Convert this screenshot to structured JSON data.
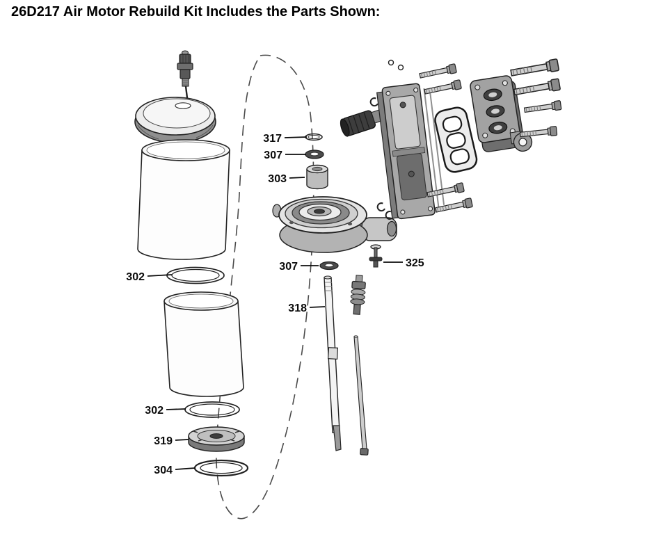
{
  "title": "26D217 Air Motor Rebuild Kit Includes the Parts Shown:",
  "callouts": {
    "c317": "317",
    "c307_top": "307",
    "c303": "303",
    "c302_upper": "302",
    "c307_mid": "307",
    "c325": "325",
    "c318": "318",
    "c302_lower": "302",
    "c319": "319",
    "c304": "304"
  }
}
